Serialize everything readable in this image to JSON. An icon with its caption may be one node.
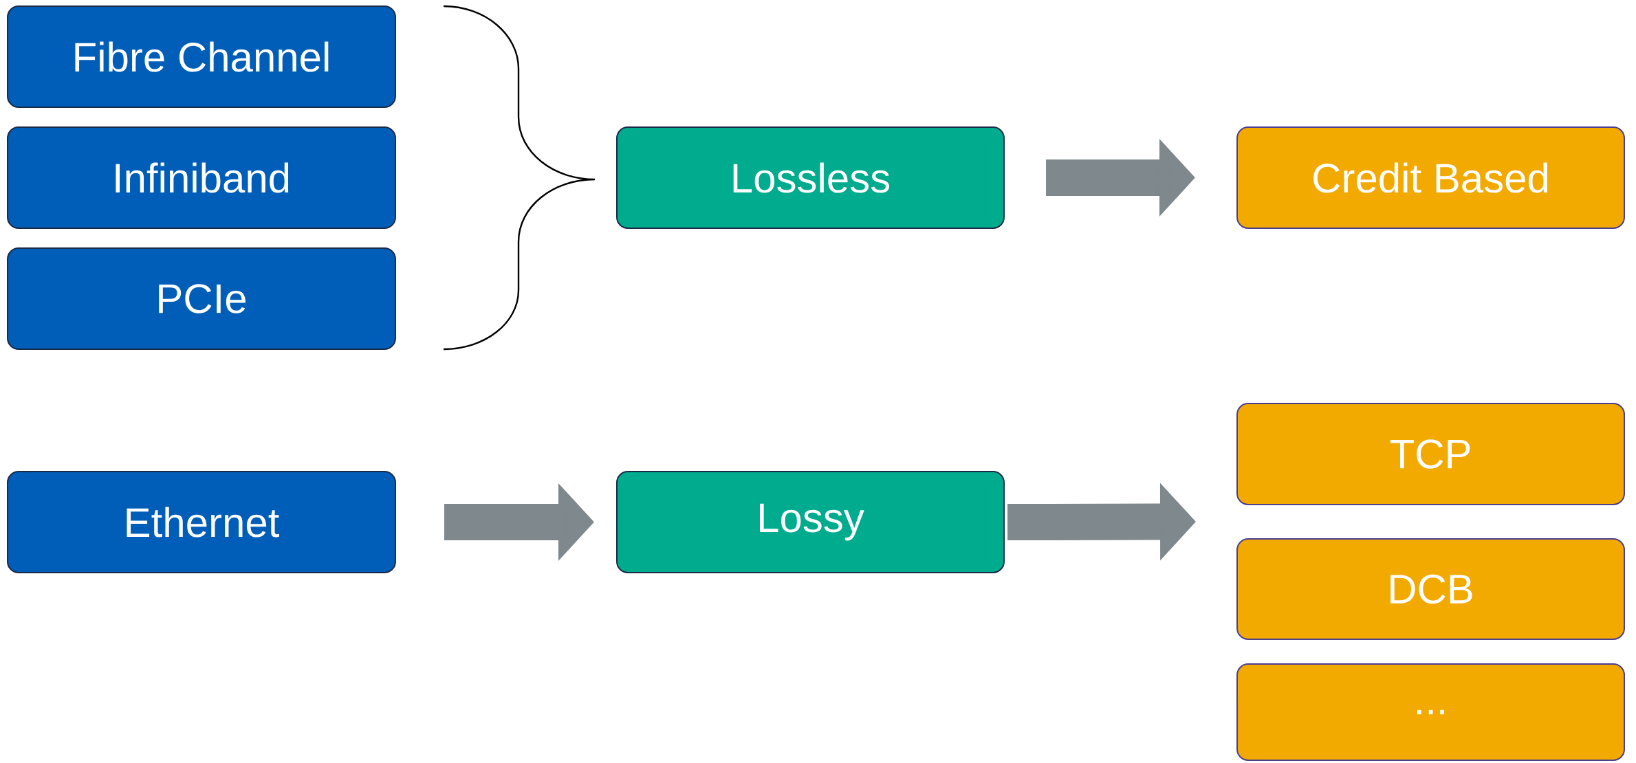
{
  "diagram": {
    "nodes": [
      {
        "text": [
          "Fibre Channel"
        ]
      },
      {
        "text": [
          "Infiniband"
        ]
      },
      {
        "text": [
          "PCIe"
        ]
      },
      {
        "text": [
          "Ethernet"
        ]
      },
      {
        "text": [
          "Lossless"
        ]
      },
      {
        "text": [
          "Lossy"
        ]
      },
      {
        "text": [
          "Credit Based"
        ]
      },
      {
        "text": [
          "TCP"
        ]
      },
      {
        "text": [
          "DCB"
        ]
      },
      {
        "text": [
          "..."
        ]
      }
    ],
    "edges": [
      {
        "from": 3,
        "to": 5,
        "arrow": "to"
      },
      {
        "from": 4,
        "to": 6,
        "arrow": "to"
      },
      {
        "from": 5,
        "to": null,
        "arrow": "to"
      }
    ]
  }
}
